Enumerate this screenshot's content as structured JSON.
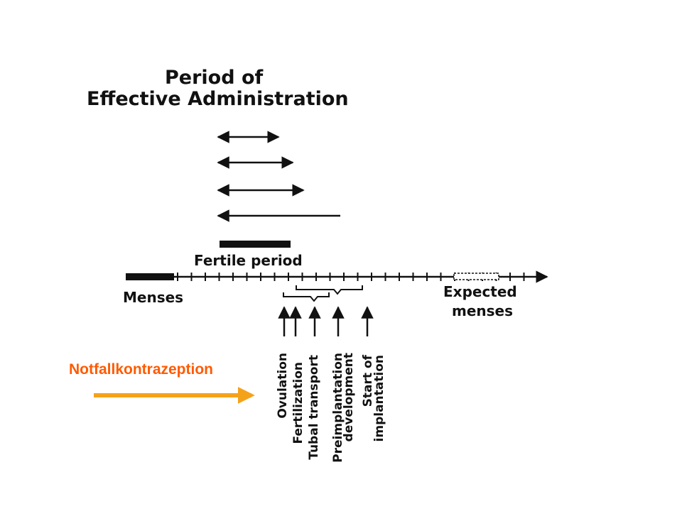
{
  "title": {
    "line1": "Period of",
    "line2": "Effective Administration"
  },
  "labels": {
    "fertile_period": "Fertile period",
    "menses": "Menses",
    "expected_menses_line1": "Expected",
    "expected_menses_line2": "menses"
  },
  "events": [
    {
      "lines": [
        "Ovulation"
      ]
    },
    {
      "lines": [
        "Fertilization"
      ]
    },
    {
      "lines": [
        "Tubal transport"
      ]
    },
    {
      "lines": [
        "Preimplantation",
        "development"
      ]
    },
    {
      "lines": [
        "Start of",
        "implantation"
      ]
    }
  ],
  "callout": {
    "label": "Notfallkontrazeption",
    "label_color": "#ff5a00",
    "arrow_color": "#f5a21b"
  },
  "colors": {
    "ink": "#111111",
    "background": "#ffffff"
  }
}
